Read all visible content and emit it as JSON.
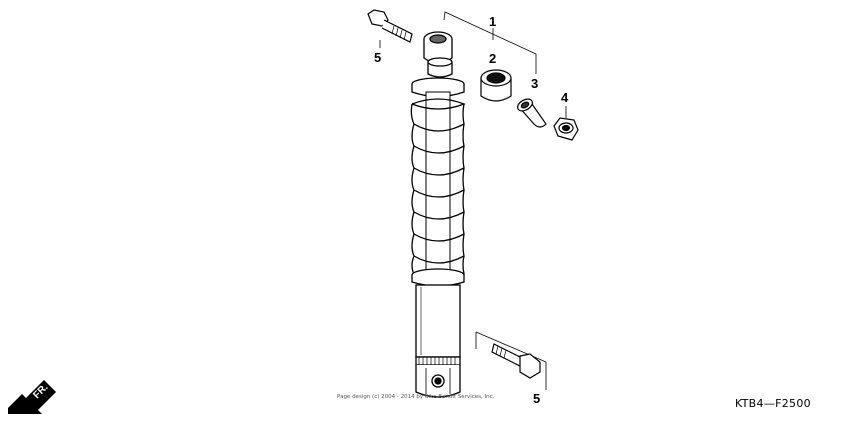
{
  "callouts": {
    "c1": "1",
    "c2": "2",
    "c3": "3",
    "c4": "4",
    "c5_top": "5",
    "c5_bottom": "5"
  },
  "front_arrow_label": "FR.",
  "diagram_code": "KTB4—F2500",
  "copyright": "Page design (c) 2004 - 2014 by Bike Bandit Services, Inc."
}
